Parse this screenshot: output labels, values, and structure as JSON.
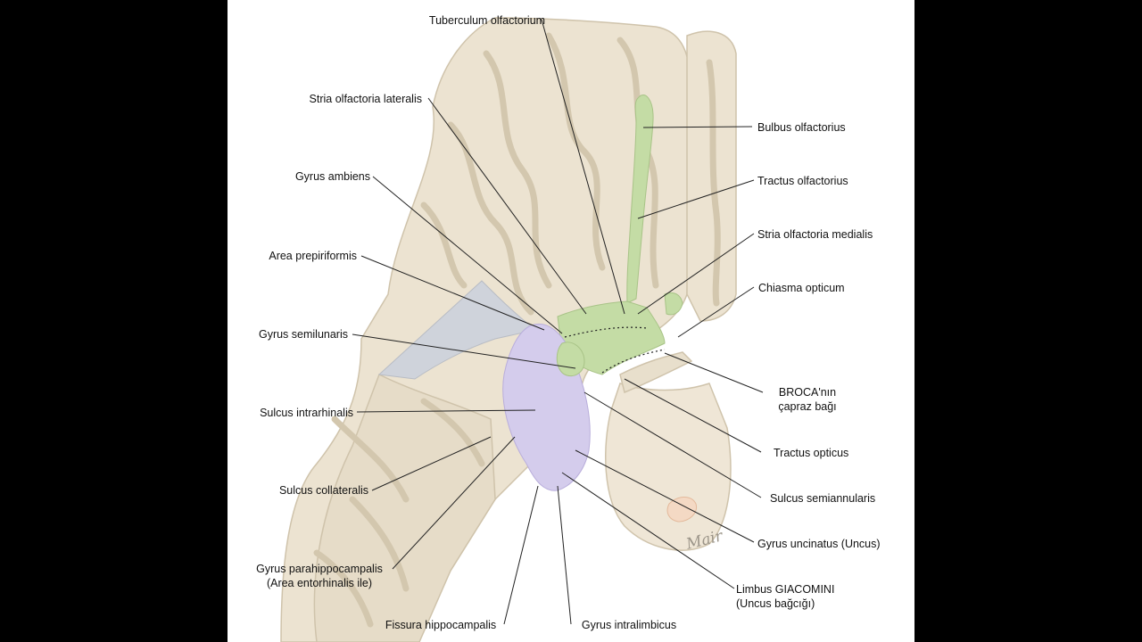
{
  "figure": {
    "background": "#ffffff",
    "frame": "#000000",
    "colors": {
      "brain": "#ece3d1",
      "gyrus_shade": "#d8ccb4",
      "olfactory": "#c4dca5",
      "uncus_region": "#d4ccec",
      "line": "#222222"
    },
    "labels": {
      "tuberculum_olfactorium": "Tuberculum olfactorium",
      "stria_olfactoria_lateralis": "Stria olfactoria lateralis",
      "bulbus_olfactorius": "Bulbus olfactorius",
      "gyrus_ambiens": "Gyrus ambiens",
      "tractus_olfactorius": "Tractus olfactorius",
      "stria_olfactoria_medialis": "Stria olfactoria medialis",
      "area_prepiriformis": "Area prepiriformis",
      "chiasma_opticum": "Chiasma opticum",
      "gyrus_semilunaris": "Gyrus semilunaris",
      "broca_line1": "BROCA'nın",
      "broca_line2": "çapraz bağı",
      "sulcus_intrarhinalis": "Sulcus intrarhinalis",
      "tractus_opticus": "Tractus opticus",
      "sulcus_collateralis": "Sulcus collateralis",
      "sulcus_semiannularis": "Sulcus semiannularis",
      "gyrus_uncinatus": "Gyrus uncinatus (Uncus)",
      "gyrus_parahippocampalis_line1": "Gyrus parahippocampalis",
      "gyrus_parahippocampalis_line2": "(Area entorhinalis ile)",
      "limbus_line1": "Limbus GIACOMINI",
      "limbus_line2": "(Uncus bağcığı)",
      "fissura_hippocampalis": "Fissura hippocampalis",
      "gyrus_intralimbicus": "Gyrus intralimbicus"
    },
    "signature": "Mair"
  }
}
